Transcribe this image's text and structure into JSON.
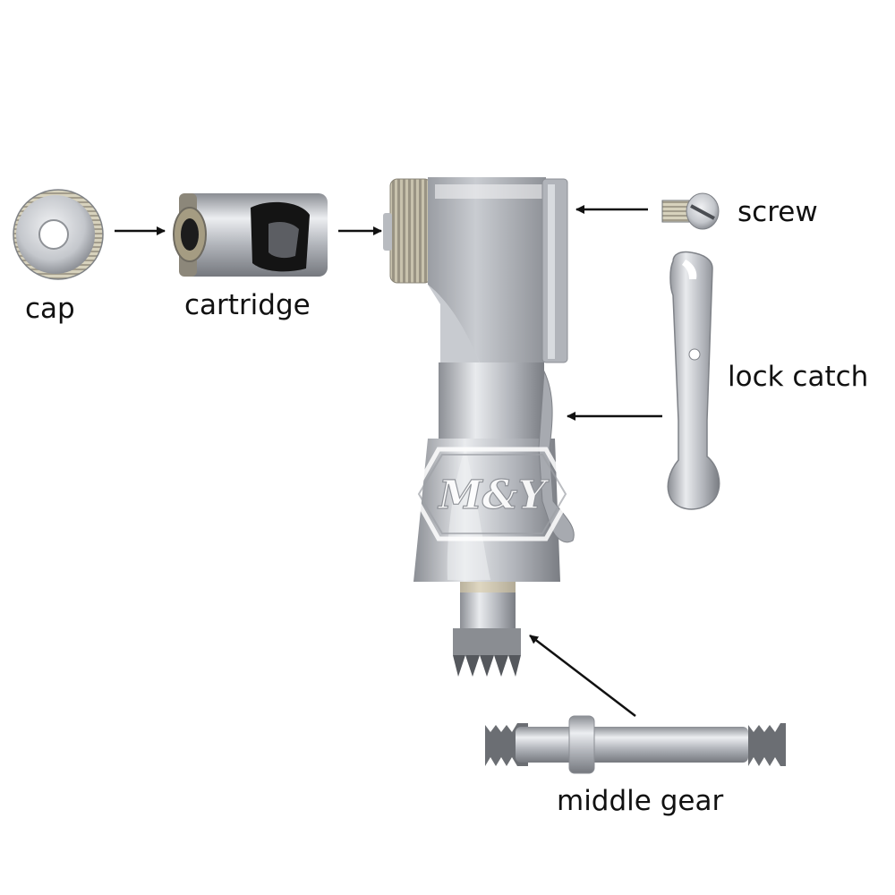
{
  "labels": {
    "cap": "cap",
    "cartridge": "cartridge",
    "screw": "screw",
    "lock_catch": "lock catch",
    "middle_gear": "middle gear"
  },
  "watermark": "M&Y",
  "colors": {
    "label_text": "#111111",
    "arrow": "#111111",
    "metal_light": "#e4e6ea",
    "metal_mid": "#b9bcc2",
    "metal_dark": "#7d8087",
    "background": "#ffffff"
  }
}
